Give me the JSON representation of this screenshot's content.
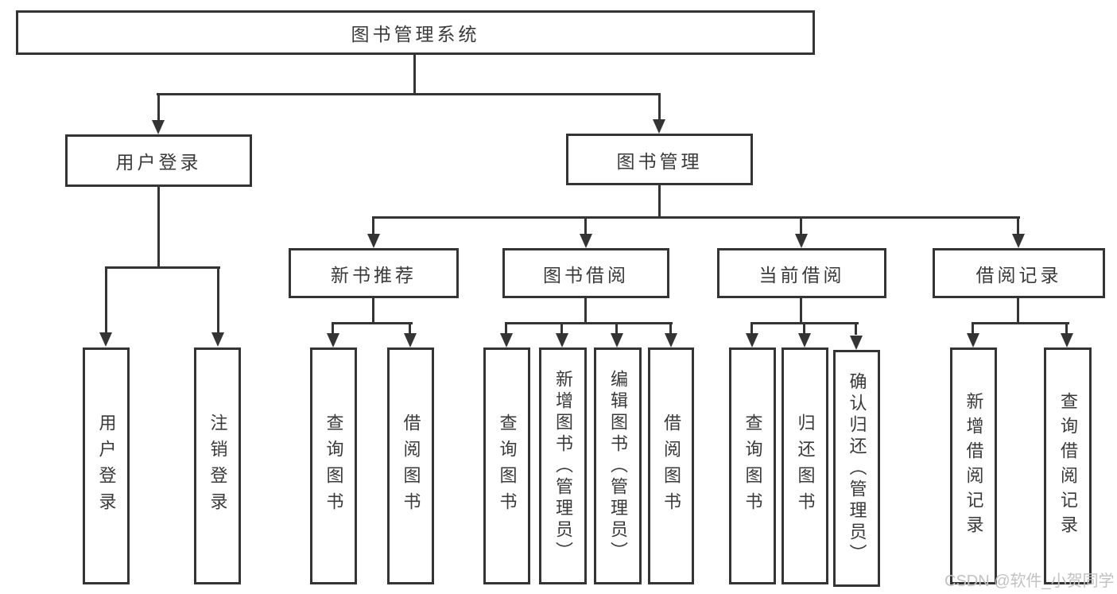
{
  "tree": {
    "root": "图书管理系统",
    "level2": [
      "用户登录",
      "图书管理"
    ],
    "level3": [
      "新书推荐",
      "图书借阅",
      "当前借阅",
      "借阅记录"
    ],
    "leaves": {
      "login": [
        "用户登录",
        "注销登录"
      ],
      "recommend": [
        "查询图书",
        "借阅图书"
      ],
      "borrow": [
        "查询图书",
        "新增图书（管理员）",
        "编辑图书（管理员）",
        "借阅图书"
      ],
      "current": [
        "查询图书",
        "归还图书",
        "确认归还（管理员）"
      ],
      "records": [
        "新增借阅记录",
        "查询借阅记录"
      ]
    }
  },
  "watermark": "CSDN @软件_小贺同学",
  "colors": {
    "line": "#343434",
    "text": "#3a3a3a",
    "watermark": "#c3c2c2",
    "background": "#ffffff"
  }
}
